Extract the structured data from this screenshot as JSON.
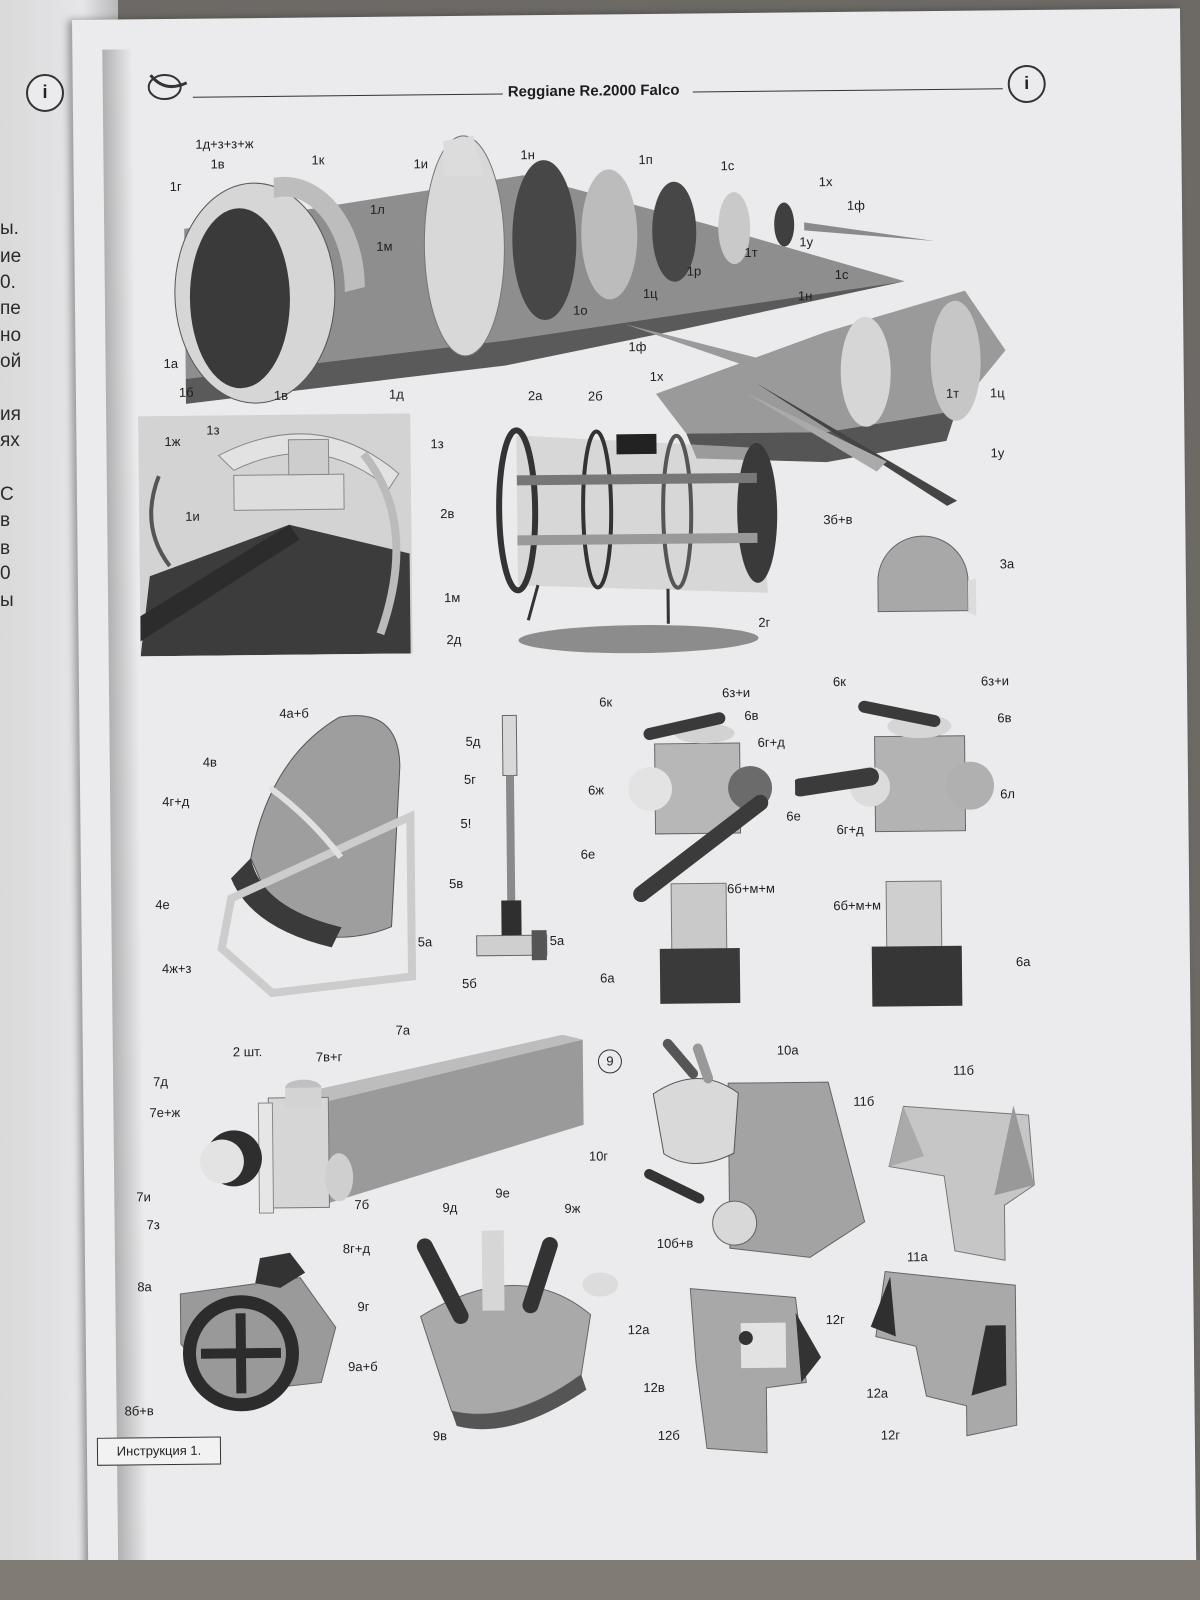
{
  "header": {
    "title": "Reggiane Re.2000 Falco",
    "info_glyph": "i"
  },
  "left_page": {
    "glyphs": [
      "ы.",
      "ие",
      "0.",
      "пе",
      "но",
      "ой",
      "ия",
      "ях",
      "С",
      "в",
      "в",
      "0",
      "ы"
    ]
  },
  "footer": {
    "label": "Инструкция 1."
  },
  "colors": {
    "page": "#ebebed",
    "part_light": "#d9d9d9",
    "part_mid": "#a9a9a9",
    "part_dark": "#4a4a4a"
  },
  "callouts": {
    "s1": [
      "1д+з+з+ж",
      "1в",
      "1к",
      "1и",
      "1н",
      "1п",
      "1с",
      "1г",
      "1л",
      "1х",
      "1ф",
      "1м",
      "1у",
      "1т",
      "1р",
      "1ц",
      "1о",
      "1а",
      "1б",
      "1в",
      "1д",
      "1с",
      "1н",
      "1ф",
      "1х",
      "1т",
      "1ц",
      "1у"
    ],
    "s1_detail": [
      "1з",
      "1ж",
      "1з",
      "1и",
      "1м"
    ],
    "s2": [
      "2а",
      "2б",
      "2в",
      "2д",
      "2г"
    ],
    "s3": [
      "3б+в",
      "3а"
    ],
    "s4": [
      "4а+б",
      "4в",
      "4г+д",
      "4е",
      "4ж+з"
    ],
    "s5": [
      "5д",
      "5г",
      "5!",
      "5в",
      "5а",
      "5а",
      "5б"
    ],
    "s6a": [
      "6к",
      "6з+и",
      "6в",
      "6г+д",
      "6ж",
      "6е",
      "6б+м+м",
      "6а"
    ],
    "s6b": [
      "6к",
      "6з+и",
      "6в",
      "6л",
      "6е",
      "6г+д",
      "6б+м+м",
      "6а"
    ],
    "s7": [
      "2 шт.",
      "7в+г",
      "7а",
      "7д",
      "7е+ж",
      "7и",
      "7з",
      "7б"
    ],
    "s8": [
      "8г+д",
      "8а",
      "8б+в"
    ],
    "s9": [
      "9д",
      "9е",
      "9ж",
      "9г",
      "9а+б",
      "9в"
    ],
    "s9_circle": "9",
    "s10": [
      "10а",
      "10г",
      "10б+в"
    ],
    "s11": [
      "11б",
      "11б",
      "11а"
    ],
    "s12": [
      "12а",
      "12г",
      "12в",
      "12б",
      "12а",
      "12г"
    ]
  }
}
